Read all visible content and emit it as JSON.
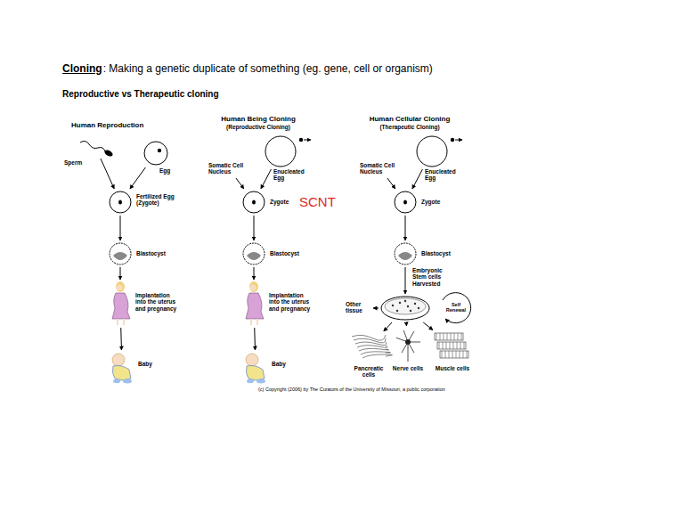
{
  "diagram": {
    "title": "Cloning",
    "nodes": [
      {
        "text": [
          "Sperm"
        ]
      },
      {
        "text": [
          "Egg"
        ]
      },
      {
        "text": [
          "Fertilized Egg (Zygote)"
        ]
      },
      {
        "text": [
          "Blastocyst"
        ]
      },
      {
        "text": [
          "Implantation into the uterus and pregnancy"
        ]
      },
      {
        "text": [
          "Baby"
        ]
      },
      {
        "text": [
          "Somatic Cell Nucleus"
        ]
      },
      {
        "text": [
          "Enucleated Egg"
        ]
      },
      {
        "text": [
          "Zygote"
        ]
      },
      {
        "text": [
          "Blastocyst"
        ]
      },
      {
        "text": [
          "Implantation into the uterus and pregnancy"
        ]
      },
      {
        "text": [
          "Baby"
        ]
      },
      {
        "text": [
          "Somatic Cell Nucleus"
        ]
      },
      {
        "text": [
          "Enucleated Egg"
        ]
      },
      {
        "text": [
          "Zygote"
        ]
      },
      {
        "text": [
          "Blastocyst"
        ]
      },
      {
        "text": [
          "Self Renewal"
        ]
      },
      {
        "text": [
          "Other tissue"
        ]
      },
      {
        "text": [
          "Pancreatic cells"
        ]
      },
      {
        "text": [
          "Nerve cells"
        ]
      },
      {
        "text": [
          "Muscle cells"
        ]
      }
    ],
    "edges": [
      {
        "from": 0,
        "to": 2,
        "arrow": "to"
      },
      {
        "from": 1,
        "to": 2,
        "arrow": "to"
      },
      {
        "from": 2,
        "to": 3,
        "arrow": "to"
      },
      {
        "from": 3,
        "to": 4,
        "arrow": "to"
      },
      {
        "from": 4,
        "to": 5,
        "arrow": "to"
      },
      {
        "from": 6,
        "to": 8,
        "arrow": "to"
      },
      {
        "from": 7,
        "to": 8,
        "arrow": "to"
      },
      {
        "from": 8,
        "to": 9,
        "arrow": "to"
      },
      {
        "from": 9,
        "to": 10,
        "arrow": "to"
      },
      {
        "from": 10,
        "to": 11,
        "arrow": "to"
      },
      {
        "from": 12,
        "to": 14,
        "arrow": "to"
      },
      {
        "from": 13,
        "to": 14,
        "arrow": "to"
      },
      {
        "from": 14,
        "to": 15,
        "arrow": "to"
      },
      {
        "from": 15,
        "to": 16,
        "label": "Embryonic Stem cells Harvested",
        "arrow": "to"
      },
      {
        "from": 16,
        "to": 17,
        "arrow": "to"
      },
      {
        "from": 16,
        "to": 18,
        "arrow": "to"
      },
      {
        "from": 16,
        "to": 19,
        "arrow": "to"
      },
      {
        "from": 16,
        "to": 20,
        "arrow": "to"
      }
    ],
    "labels": [
      ": Making a genetic duplicate of something (eg. gene, cell or organism)",
      "Reproductive vs Therapeutic cloning",
      "Human Reproduction",
      "Human Being Cloning",
      "(Reproductive Cloning)",
      "Human Cellular Cloning",
      "(Therapeutic Cloning)",
      "SCNT",
      "(c) Copyright (2006) by The Curators of the University of Missouri, a public corporation"
    ]
  }
}
